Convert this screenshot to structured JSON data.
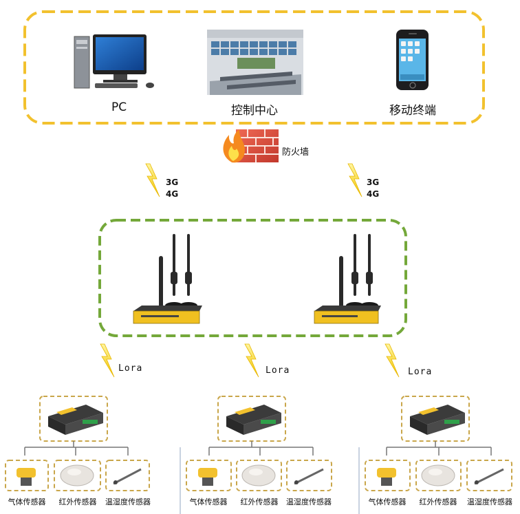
{
  "top_group": {
    "items": [
      {
        "label": "PC",
        "icon": "desktop-pc-icon"
      },
      {
        "label": "控制中心",
        "icon": "control-center-icon"
      },
      {
        "label": "移动终端",
        "icon": "mobile-phone-icon"
      }
    ]
  },
  "firewall": {
    "label": "防火墙",
    "icon": "firewall-icon"
  },
  "links": {
    "wan_left": "3G\n4G",
    "wan_right": "3G\n4G",
    "lora": [
      "Lora",
      "Lora",
      "Lora"
    ]
  },
  "sensors": {
    "labels": [
      "气体传感器",
      "红外传感器",
      "温湿度传感器"
    ]
  },
  "colors": {
    "top_border": "#f2c12e",
    "gateway_border": "#74a83a",
    "node_border": "#c9a64a",
    "lightning": "#f7d21e",
    "router_body": "#f0c020"
  }
}
